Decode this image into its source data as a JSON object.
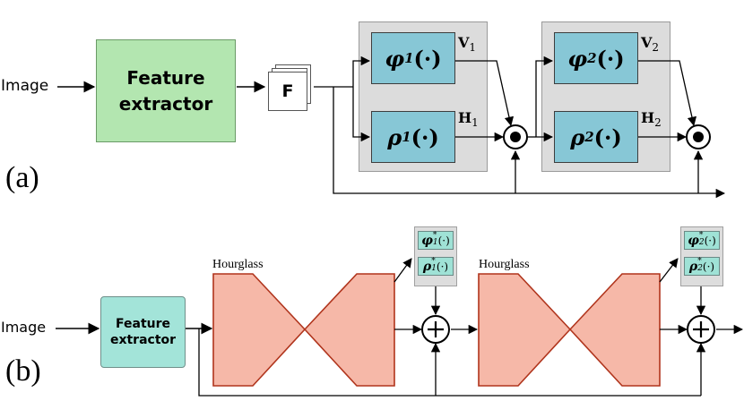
{
  "panel_a": {
    "panel_label": "(a)",
    "input_label": "Image",
    "feature_extractor": {
      "line1": "Feature",
      "line2": "extractor"
    },
    "features_label": "F",
    "stage1": {
      "phi": "φ",
      "phi_sub": "1",
      "rho": "ρ",
      "rho_sub": "1",
      "arg": "(·)",
      "v": "V",
      "v_sub": "1",
      "h": "H",
      "h_sub": "1"
    },
    "stage2": {
      "phi": "φ",
      "phi_sub": "2",
      "rho": "ρ",
      "rho_sub": "2",
      "arg": "(·)",
      "v": "V",
      "v_sub": "2",
      "h": "H",
      "h_sub": "2"
    }
  },
  "panel_b": {
    "panel_label": "(b)",
    "input_label": "Image",
    "feature_extractor": {
      "line1": "Feature",
      "line2": "extractor"
    },
    "hourglass1_label": "Hourglass",
    "hourglass2_label": "Hourglass",
    "head1": {
      "phi": "φ",
      "phi_sup": "*",
      "phi_sub": "1",
      "rho": "ρ",
      "rho_sup": "*",
      "rho_sub": "1",
      "arg": "(·)"
    },
    "head2": {
      "phi": "φ",
      "phi_sup": "*",
      "phi_sub": "2",
      "rho": "ρ",
      "rho_sup": "*",
      "rho_sub": "2",
      "arg": "(·)"
    },
    "sum_symbol": "+"
  },
  "colors": {
    "feature_extractor_a": "#b3e6b0",
    "feature_extractor_b": "#a3e4d9",
    "function_box": "#87c7d6",
    "stage_background": "#dcdcdc",
    "hourglass_fill": "#f6b8a8",
    "hourglass_stroke": "#b0341c"
  }
}
